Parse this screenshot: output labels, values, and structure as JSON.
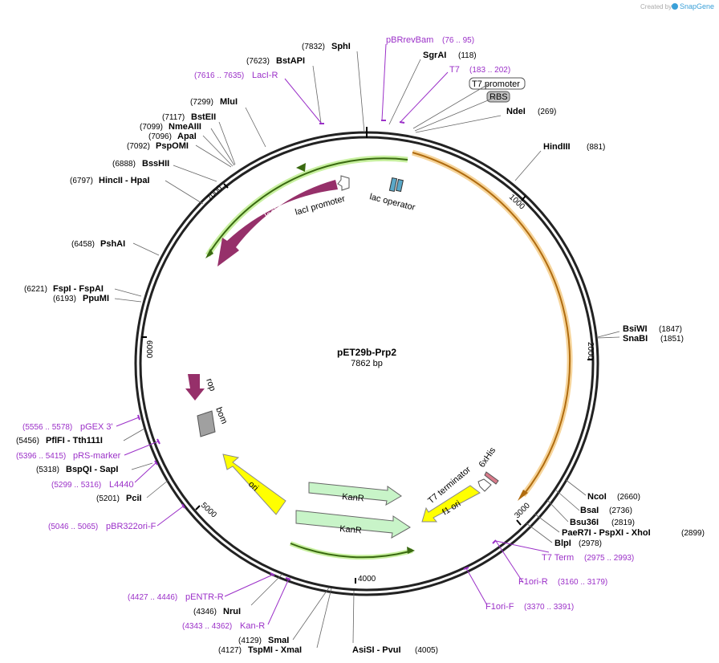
{
  "header": {
    "created_by": "Created by",
    "brand": "SnapGene"
  },
  "plasmid": {
    "name": "pET29b-Prp2",
    "length": "7862 bp"
  },
  "ticks": [
    "1000",
    "2000",
    "3000",
    "4000",
    "5000",
    "6000",
    "7000"
  ],
  "features": {
    "lacI": "lacI",
    "lacI_promoter": "lacI promoter",
    "lac_operator": "lac operator",
    "rop": "rop",
    "bom": "bom",
    "ori": "ori",
    "kanR1": "KanR",
    "kanR2": "KanR",
    "f1ori": "f1 ori",
    "t7term": "T7 terminator",
    "his": "6xHis",
    "t7prom": "T7 promoter",
    "rbs": "RBS"
  },
  "sites": [
    {
      "id": "sphi",
      "pos": "(7832)",
      "name": "SphI"
    },
    {
      "id": "bstapi",
      "pos": "(7623)",
      "name": "BstAPI"
    },
    {
      "id": "mlui",
      "pos": "(7299)",
      "name": "MluI"
    },
    {
      "id": "bsteii",
      "pos": "(7117)",
      "name": "BstEII"
    },
    {
      "id": "nmeaiii",
      "pos": "(7099)",
      "name": "NmeAIII"
    },
    {
      "id": "apai",
      "pos": "(7096)",
      "name": "ApaI"
    },
    {
      "id": "pspomi",
      "pos": "(7092)",
      "name": "PspOMI"
    },
    {
      "id": "bsshii",
      "pos": "(6888)",
      "name": "BssHII"
    },
    {
      "id": "hincii",
      "pos": "(6797)",
      "name": "HincII  - HpaI"
    },
    {
      "id": "pshai",
      "pos": "(6458)",
      "name": "PshAI"
    },
    {
      "id": "fspi",
      "pos": "(6221)",
      "name": "FspI  - FspAI"
    },
    {
      "id": "ppumi",
      "pos": "(6193)",
      "name": "PpuMI"
    },
    {
      "id": "pflfi",
      "pos": "(5456)",
      "name": "PflFI  - Tth111I"
    },
    {
      "id": "bspqi",
      "pos": "(5318)",
      "name": "BspQI  - SapI"
    },
    {
      "id": "pcii",
      "pos": "(5201)",
      "name": "PciI"
    },
    {
      "id": "nrui",
      "pos": "(4346)",
      "name": "NruI"
    },
    {
      "id": "smai",
      "pos": "(4129)",
      "name": "SmaI"
    },
    {
      "id": "tspmi",
      "pos": "(4127)",
      "name": "TspMI  - XmaI"
    },
    {
      "id": "asisi",
      "pos": "(4005)",
      "name": "AsiSI  - PvuI"
    },
    {
      "id": "sgrai",
      "pos": "(118)",
      "name": "SgrAI"
    },
    {
      "id": "ndei",
      "pos": "(269)",
      "name": "NdeI"
    },
    {
      "id": "hindiii",
      "pos": "(881)",
      "name": "HindIII"
    },
    {
      "id": "bsiwi",
      "pos": "(1847)",
      "name": "BsiWI"
    },
    {
      "id": "snabi",
      "pos": "(1851)",
      "name": "SnaBI"
    },
    {
      "id": "ncoi",
      "pos": "(2660)",
      "name": "NcoI"
    },
    {
      "id": "bsai",
      "pos": "(2736)",
      "name": "BsaI"
    },
    {
      "id": "bsu36i",
      "pos": "(2819)",
      "name": "Bsu36I"
    },
    {
      "id": "paer7i",
      "pos": "(2899)",
      "name": "PaeR7I  - PspXI  - XhoI"
    },
    {
      "id": "blpi",
      "pos": "(2978)",
      "name": "BlpI"
    }
  ],
  "primers": [
    {
      "id": "pbrrevbam",
      "name": "pBRrevBam",
      "pos": "(76 .. 95)"
    },
    {
      "id": "t7",
      "name": "T7",
      "pos": "(183 .. 202)"
    },
    {
      "id": "laci_r",
      "name": "LacI-R",
      "pos": "(7616 .. 7635)"
    },
    {
      "id": "pgex3",
      "name": "pGEX 3'",
      "pos": "(5556 .. 5578)"
    },
    {
      "id": "prs",
      "name": "pRS-marker",
      "pos": "(5396 .. 5415)"
    },
    {
      "id": "l4440",
      "name": "L4440",
      "pos": "(5299 .. 5316)"
    },
    {
      "id": "pbr322",
      "name": "pBR322ori-F",
      "pos": "(5046 .. 5065)"
    },
    {
      "id": "pentr",
      "name": "pENTR-R",
      "pos": "(4427 .. 4446)"
    },
    {
      "id": "kanr",
      "name": "Kan-R",
      "pos": "(4343 .. 4362)"
    },
    {
      "id": "t7term",
      "name": "T7 Term",
      "pos": "(2975 .. 2993)"
    },
    {
      "id": "f1orir",
      "name": "F1ori-R",
      "pos": "(3160 .. 3179)"
    },
    {
      "id": "f1orif",
      "name": "F1ori-F",
      "pos": "(3370 .. 3391)"
    }
  ],
  "colors": {
    "primer": "#9b30c8",
    "lacI": "#96306a",
    "kanR": "#c8f0c8",
    "ori": "#ffff00",
    "orf": "#e8a030"
  }
}
